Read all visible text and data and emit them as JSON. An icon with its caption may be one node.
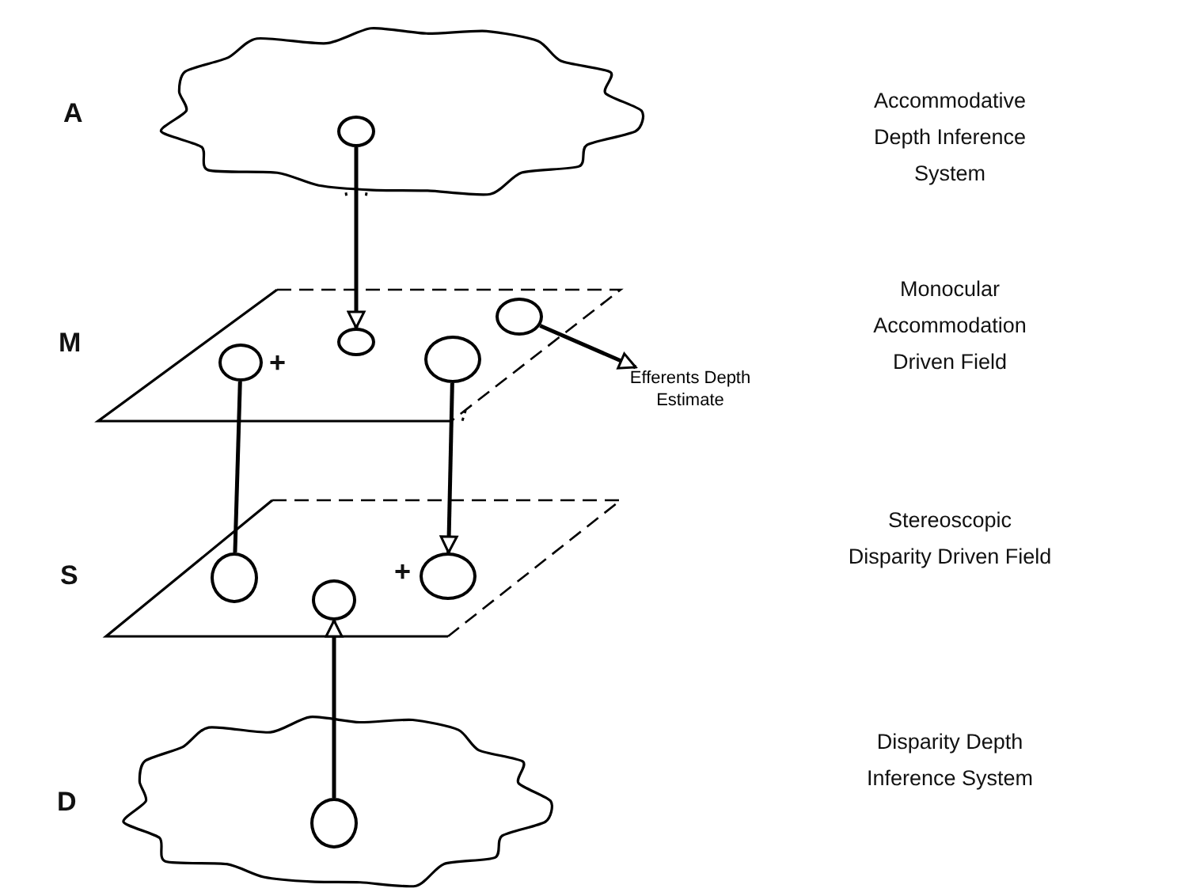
{
  "diagram": {
    "nodes": [
      {
        "text": [],
        "shape": "cloud"
      },
      {
        "text": [],
        "shape": "circle",
        "in": 0
      },
      {
        "text": [],
        "shape": "plane"
      },
      {
        "text": [],
        "shape": "circle",
        "in": 2
      },
      {
        "text": [],
        "shape": "circle",
        "in": 2
      },
      {
        "text": [],
        "shape": "circle",
        "in": 2
      },
      {
        "text": [],
        "shape": "circle",
        "in": 2
      },
      {
        "text": [],
        "shape": "plane"
      },
      {
        "text": [],
        "shape": "circle",
        "in": 7
      },
      {
        "text": [],
        "shape": "circle",
        "in": 7
      },
      {
        "text": [],
        "shape": "circle",
        "in": 7
      },
      {
        "text": [],
        "shape": "cloud"
      },
      {
        "text": [],
        "shape": "circle",
        "in": 11
      },
      {
        "text": [
          "Efferents Depth Estimate"
        ]
      }
    ],
    "edges": [
      {
        "from": 1,
        "to": 3,
        "arrow": "to"
      },
      {
        "from": 4,
        "to": 8,
        "arrow": "none"
      },
      {
        "from": 5,
        "to": 9,
        "arrow": "to"
      },
      {
        "from": 12,
        "to": 10,
        "arrow": "to"
      },
      {
        "from": 6,
        "to": 13,
        "arrow": "to"
      }
    ],
    "labels": [
      "A",
      "Accommodative Depth Inference System",
      "M",
      "+",
      "Monocular Accommodation Driven Field",
      "S",
      "+",
      "Stereoscopic Disparity Driven Field",
      "D",
      "Disparity Depth Inference System"
    ]
  }
}
